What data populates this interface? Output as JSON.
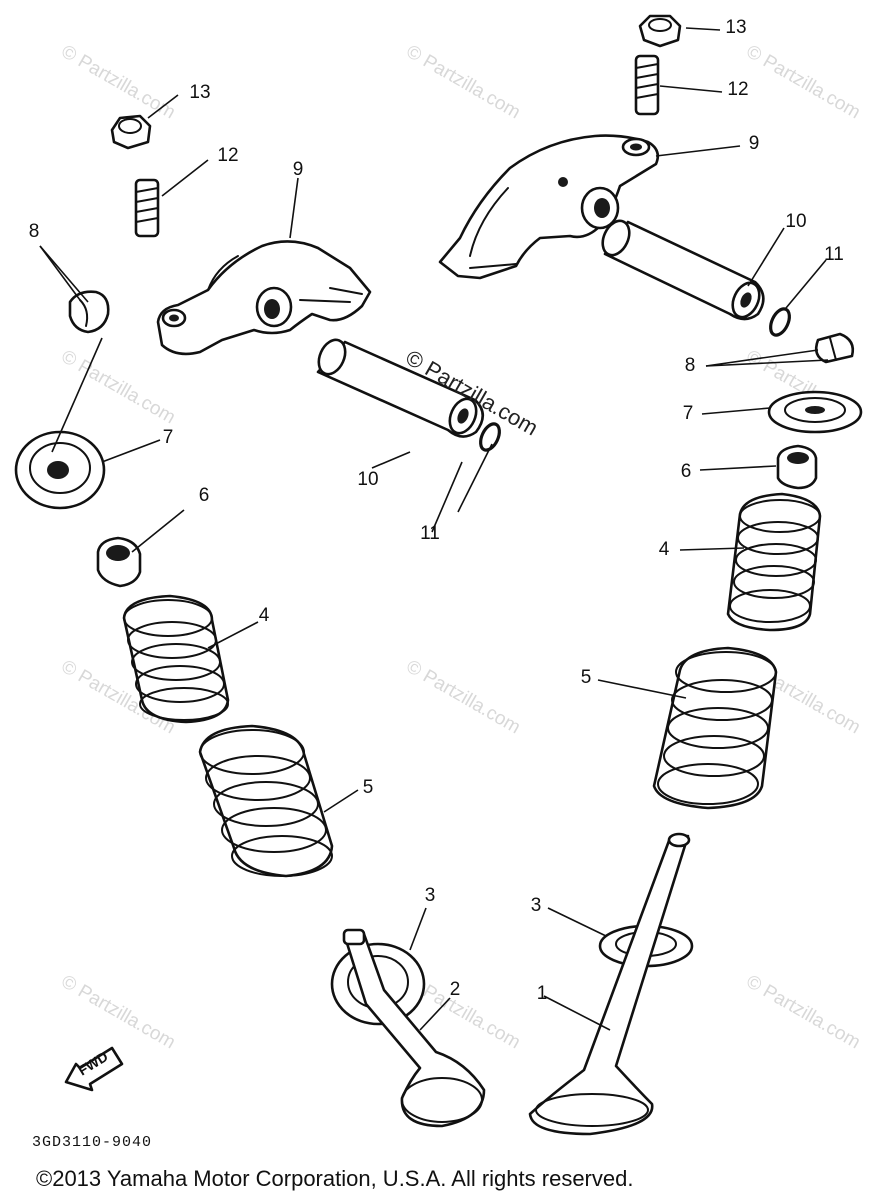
{
  "diagram": {
    "callouts": [
      "13",
      "12",
      "9",
      "10",
      "11",
      "8",
      "7",
      "6",
      "4",
      "5",
      "3",
      "2",
      "1",
      "13",
      "12",
      "9",
      "10",
      "11",
      "8",
      "7",
      "6",
      "4",
      "5",
      "3"
    ],
    "watermark": "© Partzilla.com",
    "center_watermark": "© Partzilla.com",
    "fwd_label": "FWD",
    "diagram_code": "3GD3110-9040"
  },
  "footer": {
    "copyright": "©2013 Yamaha Motor Corporation, U.S.A. All rights reserved."
  }
}
